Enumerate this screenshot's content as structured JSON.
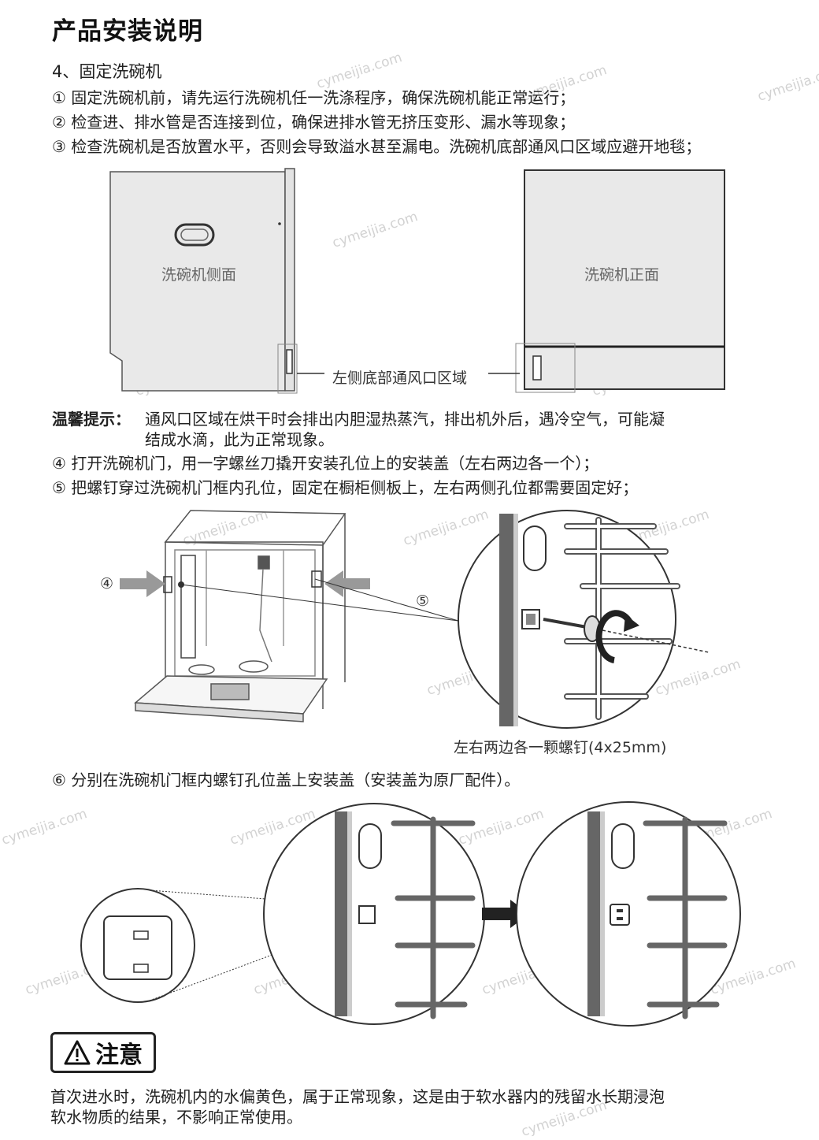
{
  "page_title": "产品安装说明",
  "section": {
    "heading": "4、固定洗碗机",
    "steps": [
      "① 固定洗碗机前，请先运行洗碗机任一洗涤程序，确保洗碗机能正常运行；",
      "② 检查进、排水管是否连接到位，确保进排水管无挤压变形、漏水等现象；",
      "③ 检查洗碗机是否放置水平，否则会导致溢水甚至漏电。洗碗机底部通风口区域应避开地毯；"
    ]
  },
  "figure1": {
    "side_label": "洗碗机侧面",
    "front_label": "洗碗机正面",
    "vent_label": "左侧底部通风口区域"
  },
  "tip": {
    "label": "温馨提示：",
    "line1": "通风口区域在烘干时会排出内胆湿热蒸汽，排出机外后，遇冷空气，可能凝",
    "line2": "结成水滴，此为正常现象。"
  },
  "steps2": [
    "④ 打开洗碗机门，用一字螺丝刀撬开安装孔位上的安装盖（左右两边各一个）；",
    "⑤ 把螺钉穿过洗碗机门框内孔位，固定在橱柜侧板上，左右两侧孔位都需要固定好；"
  ],
  "figure2": {
    "callout_4": "④",
    "callout_5": "⑤",
    "screw_caption": "左右两边各一颗螺钉(4x25mm)"
  },
  "step6": "⑥ 分别在洗碗机门框内螺钉孔位盖上安装盖（安装盖为原厂配件）。",
  "notice": {
    "title": "注意",
    "line1": "首次进水时，洗碗机内的水偏黄色，属于正常现象，这是由于软水器内的残留水长期浸泡",
    "line2": "软水物质的结果，不影响正常使用。"
  },
  "watermark": "cymeijia.com",
  "colors": {
    "text": "#222222",
    "panel": "#e9e9e9",
    "line": "#444444",
    "watermark": "#d2d2d2"
  },
  "icons": {
    "warning": "warning-triangle-icon",
    "arrow": "arrow-right-icon",
    "rotate": "rotate-icon"
  }
}
